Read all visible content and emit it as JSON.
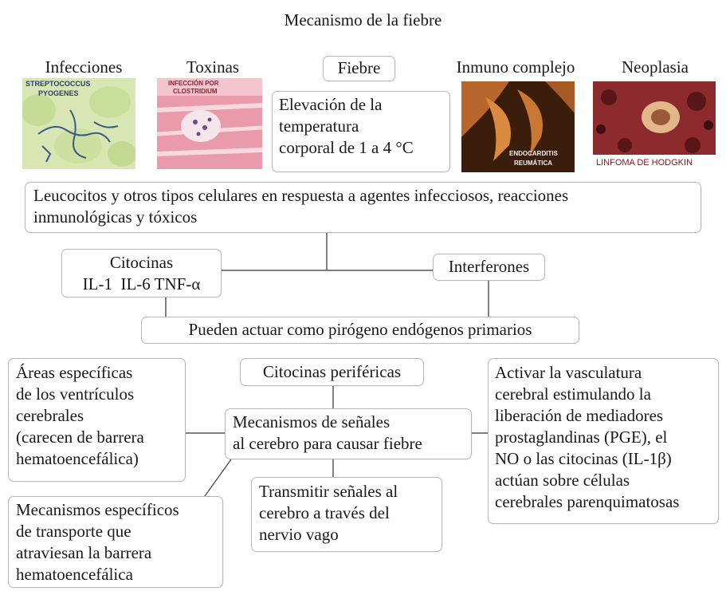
{
  "title": "Mecanismo de la fiebre",
  "top_images": [
    {
      "label": "Infecciones",
      "caption_lines": [
        "STREPTOCOCCUS",
        "PYOGENES"
      ]
    },
    {
      "label": "Toxinas",
      "caption_lines": [
        "INFECCIÓN POR",
        "CLOSTRIDIUM"
      ]
    },
    {
      "label": "Inmuno complejo",
      "caption_lines": [
        "ENDOCARDITIS",
        "REUMÁTICA"
      ]
    },
    {
      "label": "Neoplasia",
      "caption_lines": [
        "LINFOMA DE HODGKIN"
      ]
    }
  ],
  "fiebre": {
    "label": "Fiebre",
    "definition_lines": [
      "Elevación de la",
      "temperatura",
      "corporal de 1 a 4 °C"
    ]
  },
  "leucocitos": {
    "lines": [
      "Leucocitos y otros tipos celulares en respuesta a agentes infecciosos, reacciones",
      "inmunológicas y tóxicos"
    ]
  },
  "citocinas": {
    "line1": "Citocinas",
    "line2": "IL-1  IL-6 TNF-α"
  },
  "interferones": "Interferones",
  "pirogeno": "Pueden actuar como pirógeno endógenos primarios",
  "citocinas_perifericas": "Citocinas periféricas",
  "mecanismos_senales": {
    "lines": [
      "Mecanismos de señales",
      "al cerebro para causar fiebre"
    ]
  },
  "areas": {
    "lines": [
      "Áreas específicas",
      "de los ventrículos",
      "cerebrales",
      "(carecen de barrera",
      "hematoencefálica)"
    ]
  },
  "activar": {
    "lines": [
      "Activar la vasculatura",
      "cerebral estimulando la",
      "liberación de mediadores",
      "prostaglandinas (PGE), el",
      "NO o las citocinas (IL-1β)",
      "actúan sobre células",
      "cerebrales parenquimatosas"
    ]
  },
  "transmitir": {
    "lines": [
      "Transmitir señales al",
      "cerebro a través del",
      "nervio vago"
    ]
  },
  "transporte": {
    "lines": [
      "Mecanismos específicos",
      "de transporte que",
      "atraviesan la barrera",
      "hematoencefálica"
    ]
  },
  "colors": {
    "border": "#b8b8b8",
    "line": "#555555"
  }
}
